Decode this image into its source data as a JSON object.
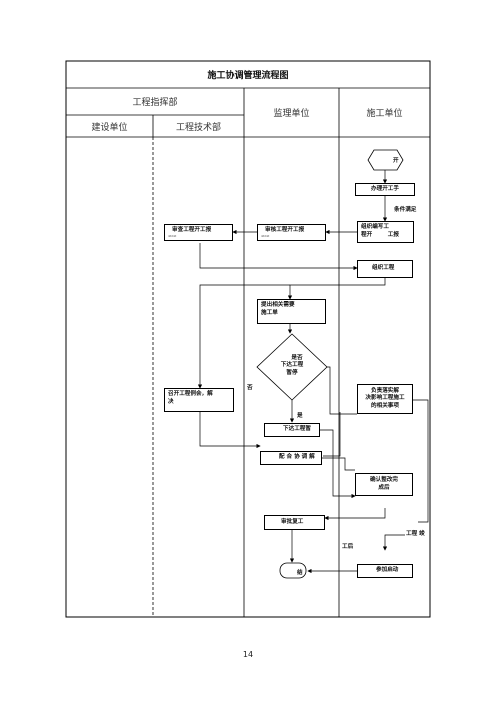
{
  "title": "施工协调管理流程图",
  "columns": {
    "command": "工程指挥部",
    "construction_unit": "建设单位",
    "tech_dept": "工程技术部",
    "supervision": "监理单位",
    "contractor": "施工单位"
  },
  "nodes": {
    "start": "开",
    "apply_permit": "办理开工手",
    "conditions_met": "条件满足",
    "organize_report_1": "组织编写工",
    "organize_report_2": "程开        工报",
    "review_start_report": "审查工程开工报",
    "review_start_report_small": "ddddd",
    "audit_start_report": "审核工程开工报",
    "audit_start_report_small": "ddddd",
    "organize_construction": "组织工程",
    "propose_coordination_1": "提出相关需要",
    "propose_coordination_2": "施工单",
    "decision_1": "是否",
    "decision_2": "下达工程",
    "decision_3": "暂停",
    "no": "否",
    "yes": "是",
    "meeting_1": "召开工程例会，解",
    "meeting_2": "决",
    "responsible_1": "负责落实解",
    "responsible_2": "决影响工程施工",
    "responsible_3": "的相关事项",
    "issue_suspension": "下达工程暂",
    "cooperate": "配 合 协 调 解",
    "confirm_1": "确认整改完",
    "confirm_2": "成后",
    "approve_resume": "审批复工",
    "project_done": "工程 竣",
    "after_work": "工后",
    "end": "结",
    "attend_acceptance": "参加启动"
  },
  "page_number": "14"
}
